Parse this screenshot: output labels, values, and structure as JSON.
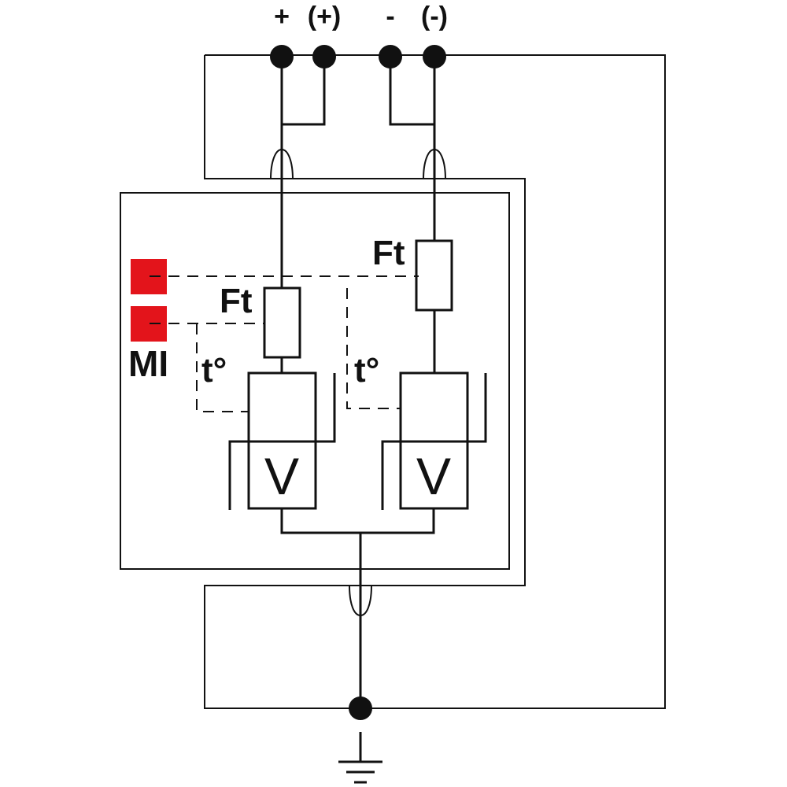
{
  "terminals": [
    {
      "id": "plus",
      "label": "+"
    },
    {
      "id": "plus-alt",
      "label": "(+)"
    },
    {
      "id": "minus",
      "label": "-"
    },
    {
      "id": "minus-alt",
      "label": "(-)"
    }
  ],
  "fuses": [
    {
      "id": "ft-right",
      "label": "Ft"
    },
    {
      "id": "ft-left",
      "label": "Ft"
    }
  ],
  "thermal": [
    {
      "id": "t-left",
      "label": "t°"
    },
    {
      "id": "t-right",
      "label": "t°"
    }
  ],
  "varistors": [
    {
      "id": "v-left",
      "label": "V"
    },
    {
      "id": "v-right",
      "label": "V"
    }
  ],
  "indicator": {
    "label": "MI",
    "color": "#e3141b"
  },
  "earth": {
    "icon": "ground-icon"
  }
}
